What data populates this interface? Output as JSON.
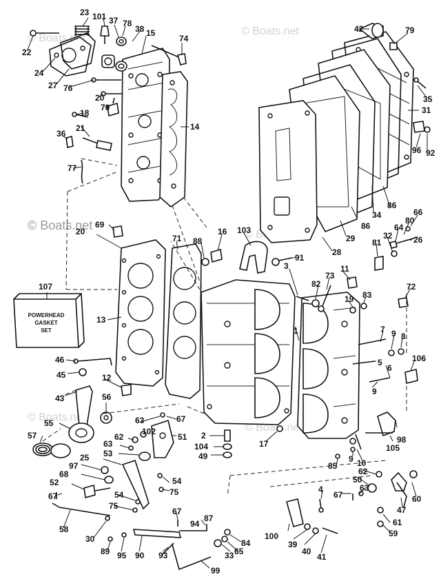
{
  "watermark": "© Boats.net",
  "kit_box": {
    "callout": "107",
    "label_lines": [
      "POWERHEAD",
      "GASKET",
      "SET"
    ]
  },
  "callouts": {
    "c23": "23",
    "c101": "101",
    "c37": "37",
    "c78": "78",
    "c38": "38",
    "c15": "15",
    "c74": "74",
    "c22": "22",
    "c24": "24",
    "c27": "27",
    "c76": "76",
    "c20a": "20",
    "c70": "70",
    "c18": "18",
    "c21": "21",
    "c36": "36",
    "c77": "77",
    "c14": "14",
    "c42": "42",
    "c79": "79",
    "c35": "35",
    "c31": "31",
    "c96": "96",
    "c92": "92",
    "c86a": "86",
    "c86b": "86",
    "c34": "34",
    "c29": "29",
    "c28": "28",
    "c69": "69",
    "c20b": "20",
    "c71": "71",
    "c88": "88",
    "c16": "16",
    "c103": "103",
    "c91": "91",
    "c66": "66",
    "c80": "80",
    "c64": "64",
    "c32": "32",
    "c26": "26",
    "c81": "81",
    "c13": "13",
    "c3": "3",
    "c82": "82",
    "c73": "73",
    "c11": "11",
    "c19": "19",
    "c83": "83",
    "c72": "72",
    "c1": "1",
    "c7": "7",
    "c9a": "9",
    "c8": "8",
    "c46": "46",
    "c45": "45",
    "c12": "12",
    "c5": "5",
    "c6": "6",
    "c106": "106",
    "c9b": "9",
    "c43": "43",
    "c56": "56",
    "c55": "55",
    "c57": "57",
    "c63a": "63",
    "c67a": "67",
    "c102": "102",
    "c62a": "62",
    "c51": "51",
    "c63b": "63",
    "c53": "53",
    "c25": "25",
    "c2": "2",
    "c17": "17",
    "c104": "104",
    "c49": "49",
    "c98": "98",
    "c105": "105",
    "c97": "97",
    "c68": "68",
    "c52": "52",
    "c54a": "54",
    "c75a": "75",
    "c54b": "54",
    "c75b": "75",
    "c85": "85",
    "c9c": "9",
    "c10": "10",
    "c62b": "62",
    "c50": "50",
    "c63c": "63",
    "c67b": "67",
    "c60": "60",
    "c47": "47",
    "c4": "4",
    "c67c": "67",
    "c58": "58",
    "c94": "94",
    "c87": "87",
    "c61": "61",
    "c59": "59",
    "c30": "30",
    "c89": "89",
    "c95": "95",
    "c90": "90",
    "c93": "93",
    "c33": "33",
    "c65": "65",
    "c84": "84",
    "c100": "100",
    "c39": "39",
    "c40": "40",
    "c41": "41",
    "c99": "99"
  }
}
